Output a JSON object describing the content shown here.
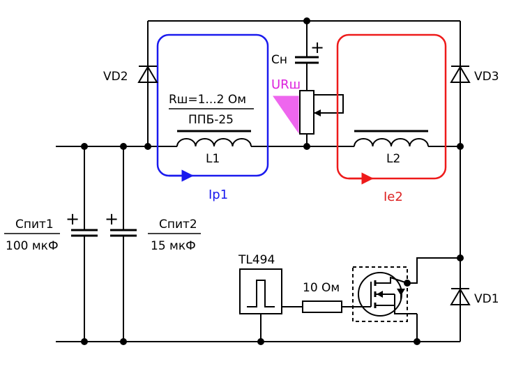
{
  "labels": {
    "vd2": "VD2",
    "vd3": "VD3",
    "vd1": "VD1",
    "cn": "Сн",
    "plus": "+",
    "ur_sh": "URш",
    "rsh_value": "Rш=1...2 Ом",
    "rsh_type": "ППБ-25",
    "l1": "L1",
    "l2": "L2",
    "ip1": "Ip1",
    "ie2": "Ie2",
    "c1_name": "Спит1",
    "c1_value": "100 мкФ",
    "c2_name": "Спит2",
    "c2_value": "15 мкФ",
    "tl494": "TL494",
    "r_gate": "10 Ом"
  },
  "colors": {
    "wire": "#000000",
    "loop1": "#1a1aee",
    "loop2": "#ee1a1a",
    "ip1_text": "#1a1aee",
    "ie2_text": "#dd2222",
    "ur_sh_text": "#dd22dd",
    "ur_sh_fill": "#ee66ee"
  },
  "icons": {
    "diode": "diode-icon",
    "capacitor": "capacitor-icon",
    "inductor": "inductor-icon",
    "resistor": "resistor-icon",
    "potentiometer": "potentiometer-icon",
    "mosfet": "mosfet-icon",
    "pwm_controller": "pwm-pulse-icon"
  }
}
